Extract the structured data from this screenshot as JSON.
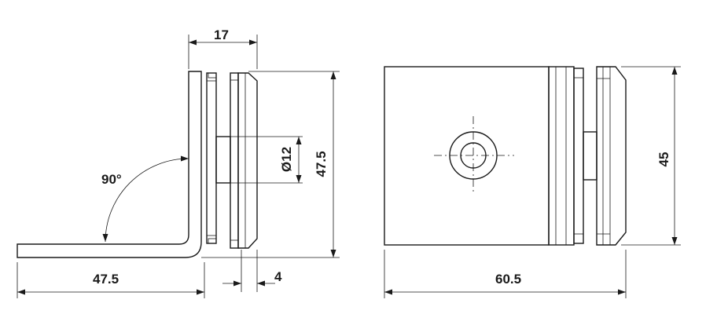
{
  "side_view": {
    "angle_label": "90°",
    "top_width_label": "17",
    "hole_diameter_label": "Ø12",
    "height_label": "47.5",
    "base_length_label": "47.5",
    "gap_label": "4"
  },
  "front_view": {
    "height_label": "45",
    "width_label": "60.5"
  }
}
